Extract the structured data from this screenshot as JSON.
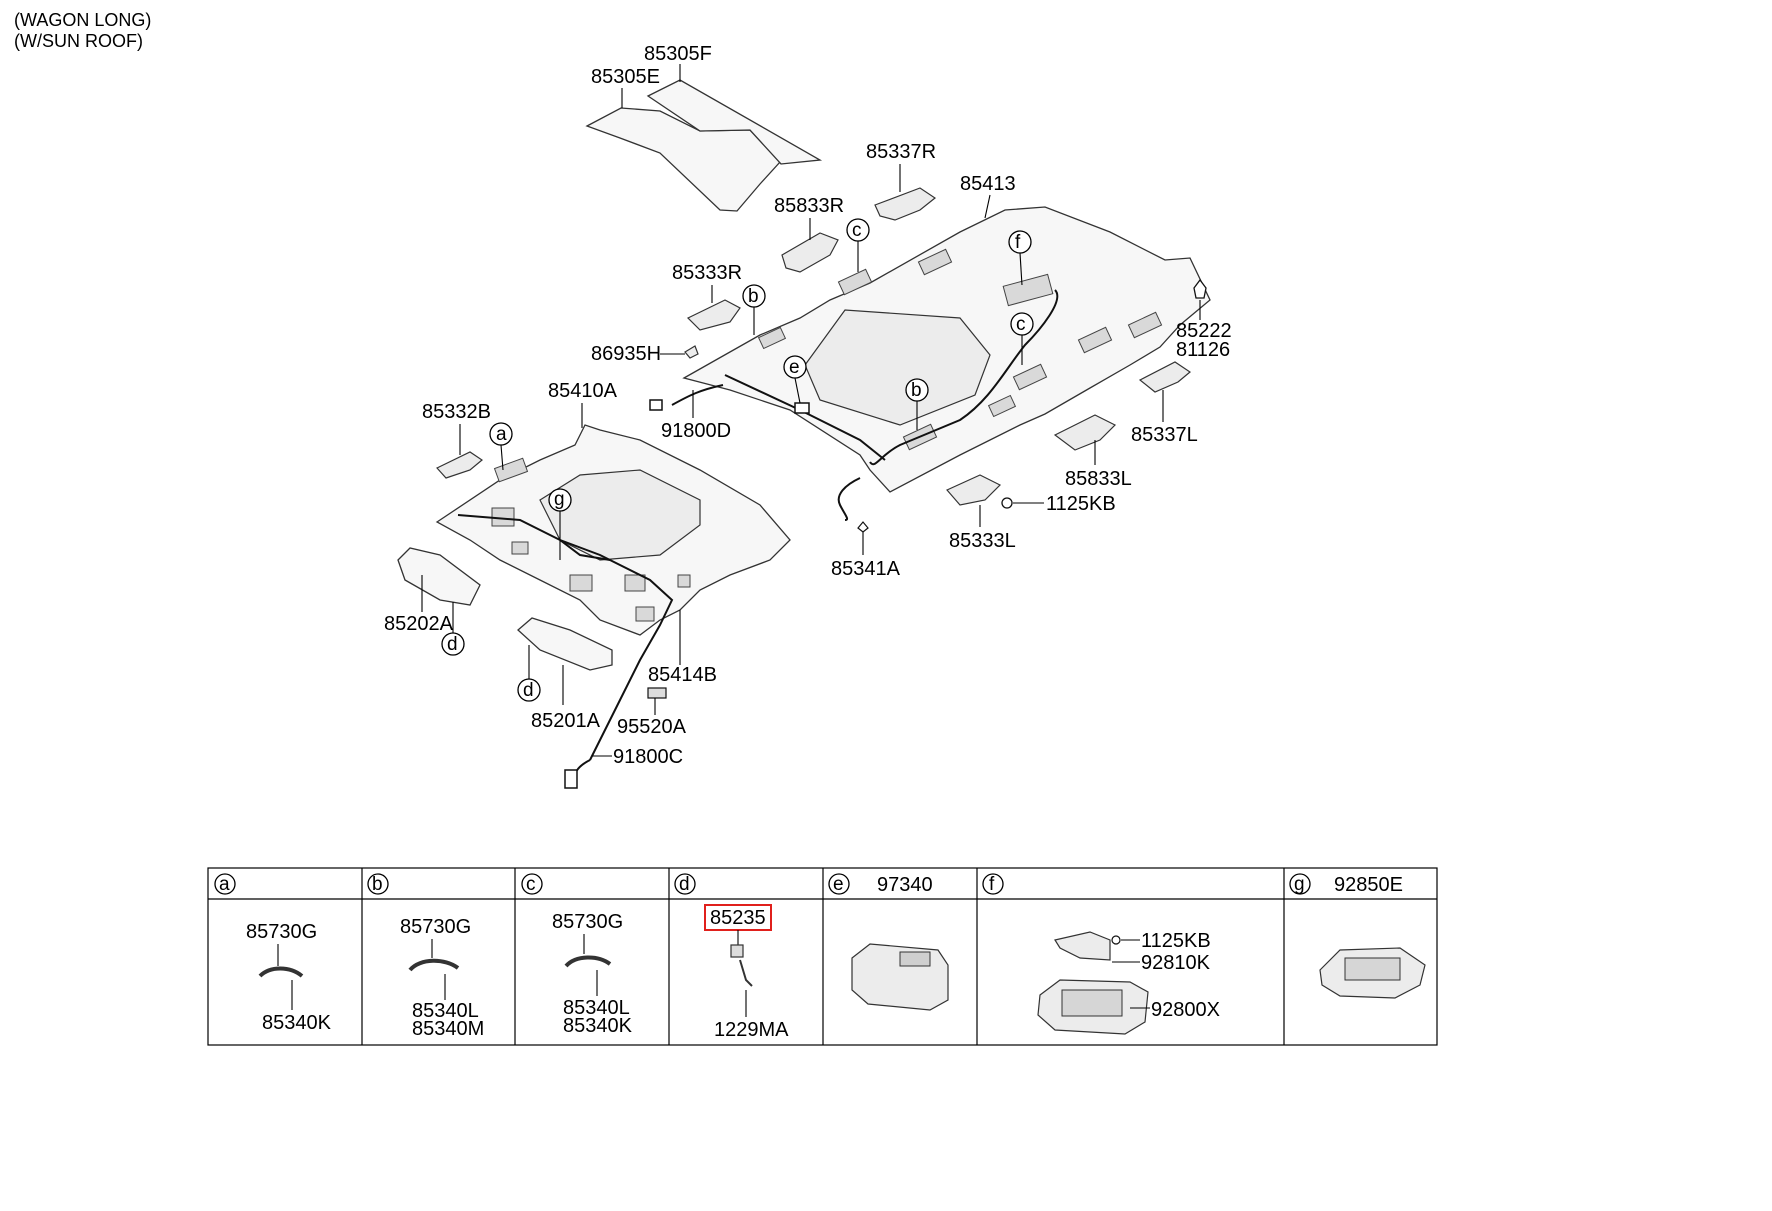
{
  "header": {
    "line1": "(WAGON LONG)",
    "line2": "(W/SUN ROOF)"
  },
  "parts": {
    "p85305F": "85305F",
    "p85305E": "85305E",
    "p85337R": "85337R",
    "p85413": "85413",
    "p85833R": "85833R",
    "p85333R": "85333R",
    "p86935H": "86935H",
    "p85410A": "85410A",
    "p91800D": "91800D",
    "p85332B": "85332B",
    "p85222": "85222",
    "p81126": "81126",
    "p85337L": "85337L",
    "p85833L": "85833L",
    "p1125KB": "1125KB",
    "p85333L": "85333L",
    "p85341A": "85341A",
    "p85202A": "85202A",
    "p85414B": "85414B",
    "p85201A": "85201A",
    "p95520A": "95520A",
    "p91800C": "91800C"
  },
  "callouts": {
    "a": "a",
    "b": "b",
    "c": "c",
    "d": "d",
    "e": "e",
    "f": "f",
    "g": "g"
  },
  "table": {
    "headers": [
      {
        "letter": "a",
        "part": ""
      },
      {
        "letter": "b",
        "part": ""
      },
      {
        "letter": "c",
        "part": ""
      },
      {
        "letter": "d",
        "part": ""
      },
      {
        "letter": "e",
        "part": "97340"
      },
      {
        "letter": "f",
        "part": ""
      },
      {
        "letter": "g",
        "part": "92850E"
      }
    ],
    "cells": {
      "a_top": "85730G",
      "a_bottom": "85340K",
      "b_top": "85730G",
      "b_bottom1": "85340L",
      "b_bottom2": "85340M",
      "c_top": "85730G",
      "c_bottom1": "85340L",
      "c_bottom2": "85340K",
      "d_top": "85235",
      "d_bottom": "1229MA",
      "f_1": "1125KB",
      "f_2": "92810K",
      "f_3": "92800X"
    },
    "highlight_color": "#e0201c"
  }
}
